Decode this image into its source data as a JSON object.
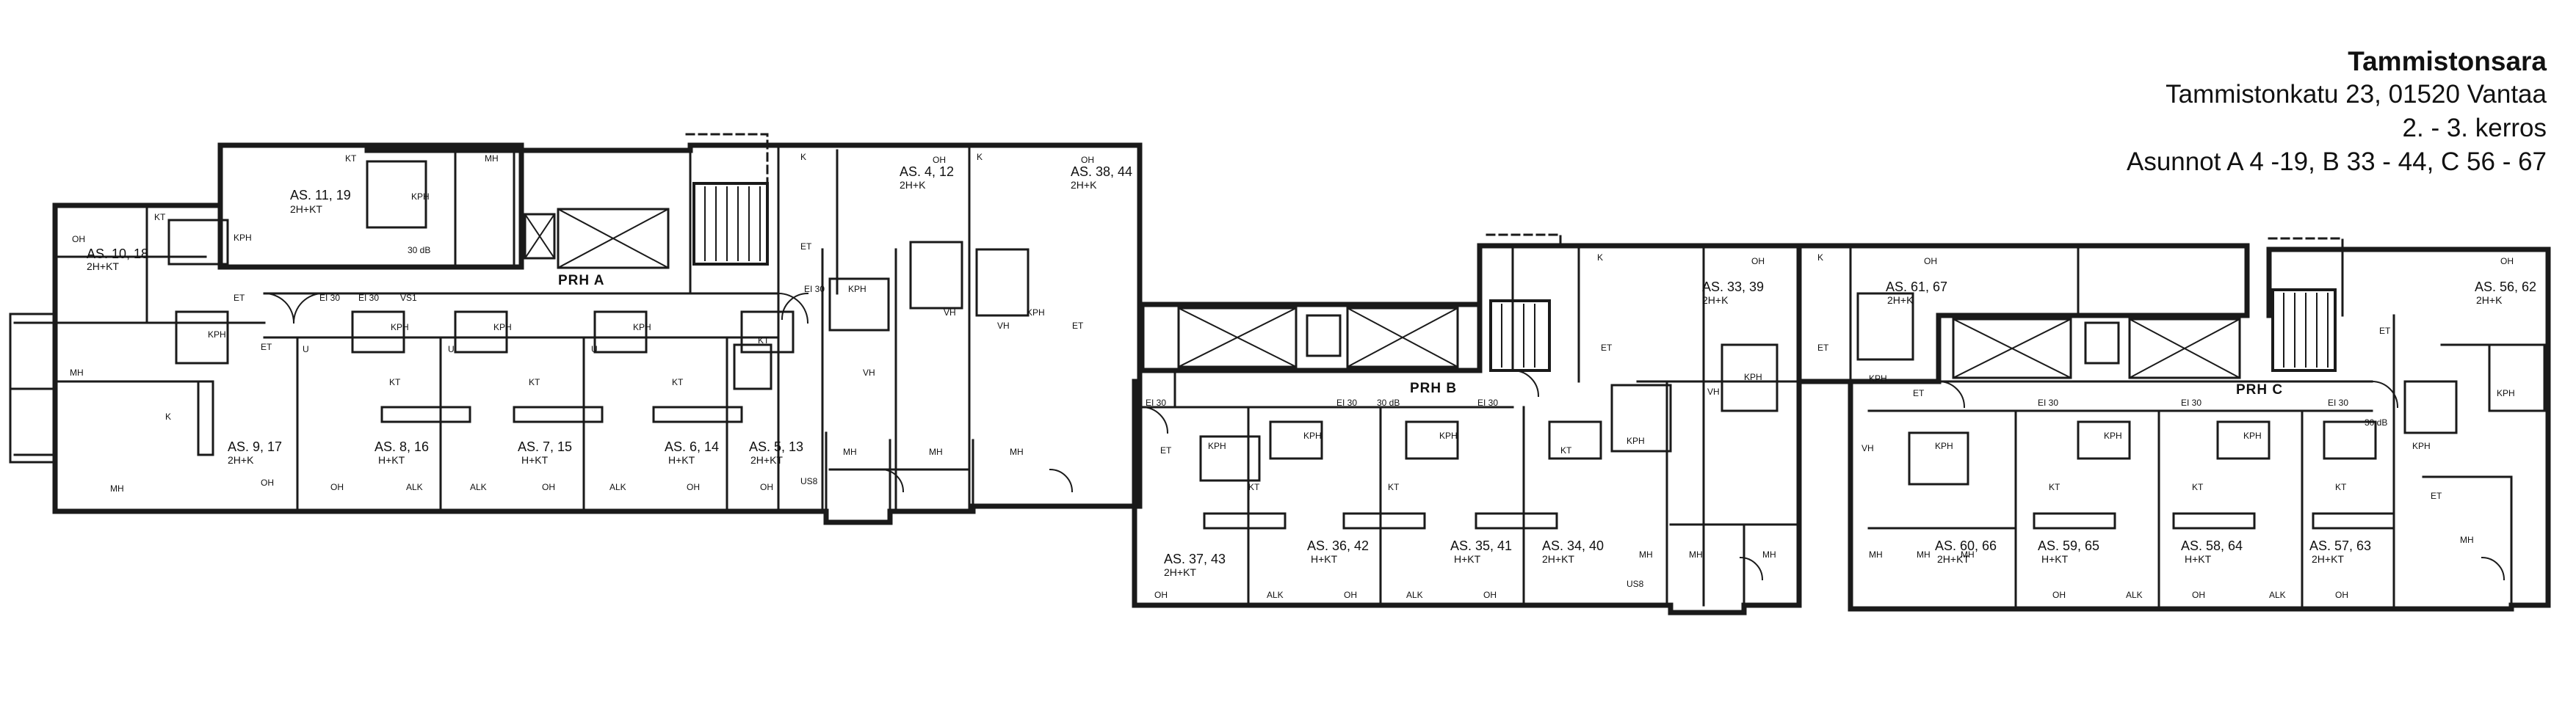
{
  "header": {
    "title": "Tammistonsara",
    "address": "Tammistonkatu 23, 01520 Vantaa",
    "floors": "2. - 3. kerros",
    "apartments": "Asunnot A 4 -19, B 33 - 44, C 56 - 67"
  },
  "corridors": {
    "a": "PRH A",
    "b": "PRH B",
    "c": "PRH C"
  },
  "units": [
    {
      "id": "AS. 11, 19",
      "type": "2H+KT"
    },
    {
      "id": "AS. 10, 18",
      "type": "2H+KT"
    },
    {
      "id": "AS. 9, 17",
      "type": "2H+K"
    },
    {
      "id": "AS. 8, 16",
      "type": "H+KT"
    },
    {
      "id": "AS. 7, 15",
      "type": "H+KT"
    },
    {
      "id": "AS. 6, 14",
      "type": "H+KT"
    },
    {
      "id": "AS. 5, 13",
      "type": "2H+KT"
    },
    {
      "id": "AS. 4, 12",
      "type": "2H+K"
    },
    {
      "id": "AS. 38, 44",
      "type": "2H+K"
    },
    {
      "id": "AS. 37, 43",
      "type": "2H+KT"
    },
    {
      "id": "AS. 36, 42",
      "type": "H+KT"
    },
    {
      "id": "AS. 35, 41",
      "type": "H+KT"
    },
    {
      "id": "AS. 34, 40",
      "type": "2H+KT"
    },
    {
      "id": "AS. 33, 39",
      "type": "2H+K"
    },
    {
      "id": "AS. 61, 67",
      "type": "2H+K"
    },
    {
      "id": "AS. 60, 66",
      "type": "2H+KT"
    },
    {
      "id": "AS. 59, 65",
      "type": "H+KT"
    },
    {
      "id": "AS. 58, 64",
      "type": "H+KT"
    },
    {
      "id": "AS. 57, 63",
      "type": "2H+KT"
    },
    {
      "id": "AS. 56, 62",
      "type": "2H+K"
    }
  ],
  "room_codes": {
    "oh": "OH",
    "mh": "MH",
    "k": "K",
    "kt": "KT",
    "kph": "KPH",
    "et": "ET",
    "alk": "ALK",
    "vh": "VH",
    "ei30": "EI 30",
    "db30": "30 dB",
    "vs1": "VS1",
    "u": "U",
    "us8": "US8"
  }
}
